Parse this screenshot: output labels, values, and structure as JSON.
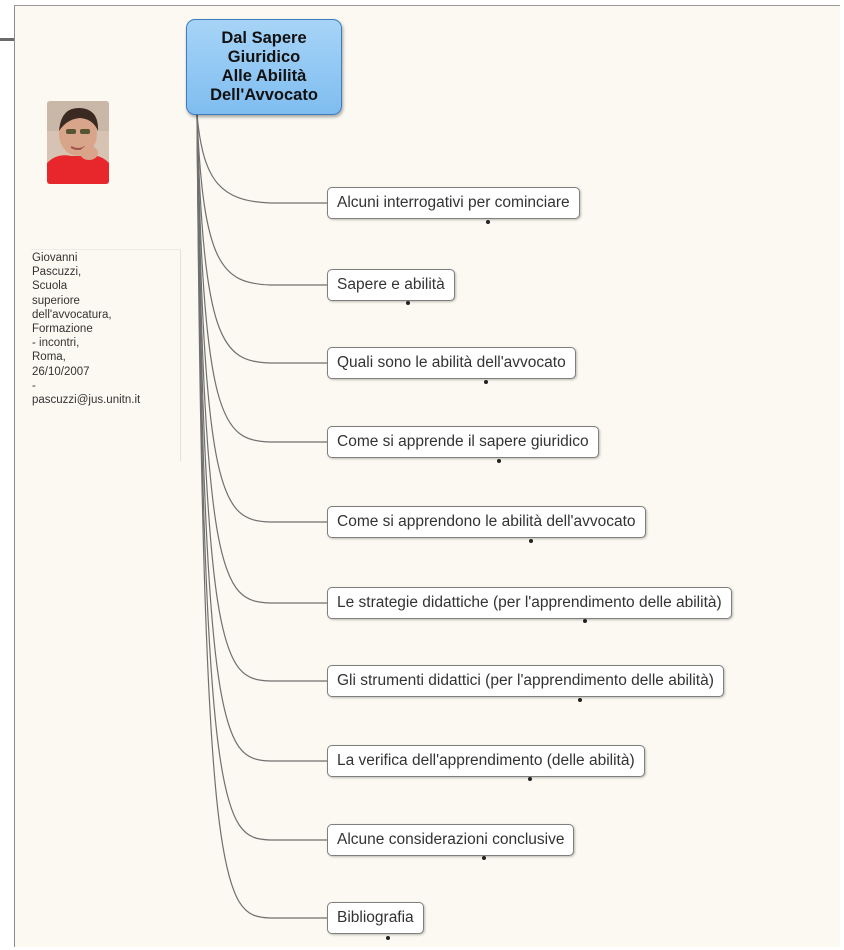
{
  "diagram": {
    "central_topic": "Dal Sapere\nGiuridico\nAlle Abilità\nDell'Avvocato",
    "author_note": "Giovanni\nPascuzzi,\nScuola\nsuperiore\ndell'avvocatura,\nFormazione\n- incontri,\nRoma,\n26/10/2007\n-\npascuzzi@jus.unitn.it",
    "subtopics": [
      "Alcuni interrogativi per cominciare",
      "Sapere e abilità",
      "Quali sono le abilità dell'avvocato",
      "Come si apprende il sapere giuridico",
      "Come si apprendono le abilità dell'avvocato",
      "Le strategie didattiche (per l'apprendimento delle abilità)",
      "Gli strumenti didattici (per l'apprendimento delle abilità)",
      "La verifica dell'apprendimento (delle abilità)",
      "Alcune considerazioni conclusive",
      "Bibliografia"
    ]
  },
  "colors": {
    "central_fill": "#8cc6f4",
    "central_border": "#3e7cbf",
    "canvas_background": "#fbf9f1",
    "connector": "#707070",
    "photo_shirt": "#e8272d"
  }
}
